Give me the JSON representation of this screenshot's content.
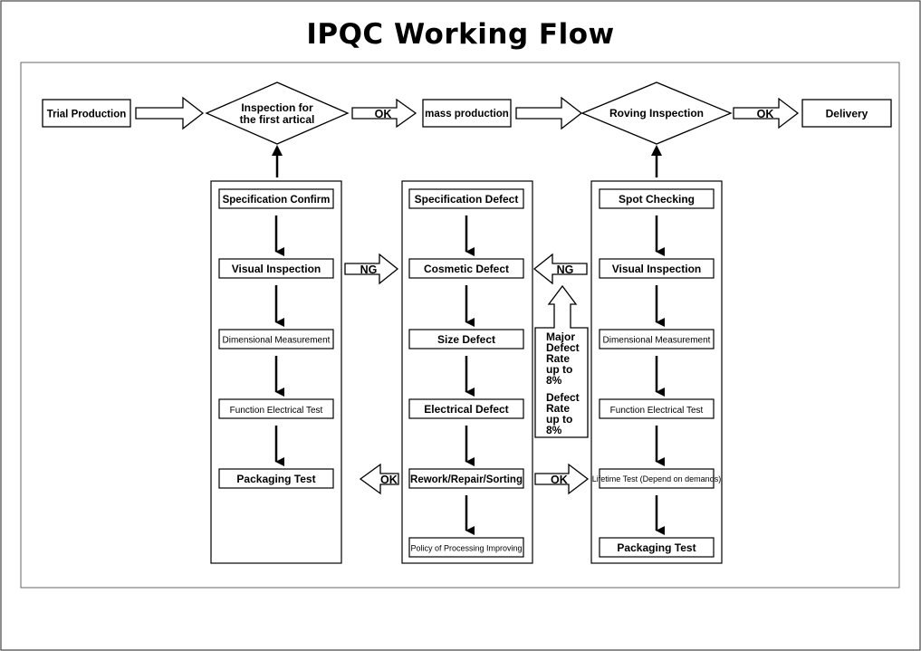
{
  "title": "IPQC Working Flow",
  "top_flow": {
    "trial_production": "Trial Production",
    "first_inspection_line1": "Inspection for",
    "first_inspection_line2": "the first artical",
    "ok_1": "OK",
    "mass_production": "mass production",
    "roving_inspection": "Roving Inspection",
    "ok_2": "OK",
    "delivery": "Delivery"
  },
  "left_column": [
    "Specification Confirm",
    "Visual Inspection",
    "Dimensional Measurement",
    "Function Electrical Test",
    "Packaging Test"
  ],
  "middle_column": [
    "Specification Defect",
    "Cosmetic Defect",
    "Size Defect",
    "Electrical Defect",
    "Rework/Repair/Sorting",
    "Policy of Processing Improving"
  ],
  "right_column": [
    "Spot Checking",
    "Visual Inspection",
    "Dimensional Measurement",
    "Function Electrical Test",
    "Lifetime Test (Depend on demands)",
    "Packaging Test"
  ],
  "connectors": {
    "ng_left": "NG",
    "ng_right": "NG",
    "ok_left": "OK",
    "ok_right": "OK"
  },
  "note": {
    "line1": "Major",
    "line2": "Defect",
    "line3": "Rate",
    "line4": "up to",
    "line5": "8%",
    "line6": "Defect",
    "line7": "Rate",
    "line8": "up to",
    "line9": "8%"
  }
}
